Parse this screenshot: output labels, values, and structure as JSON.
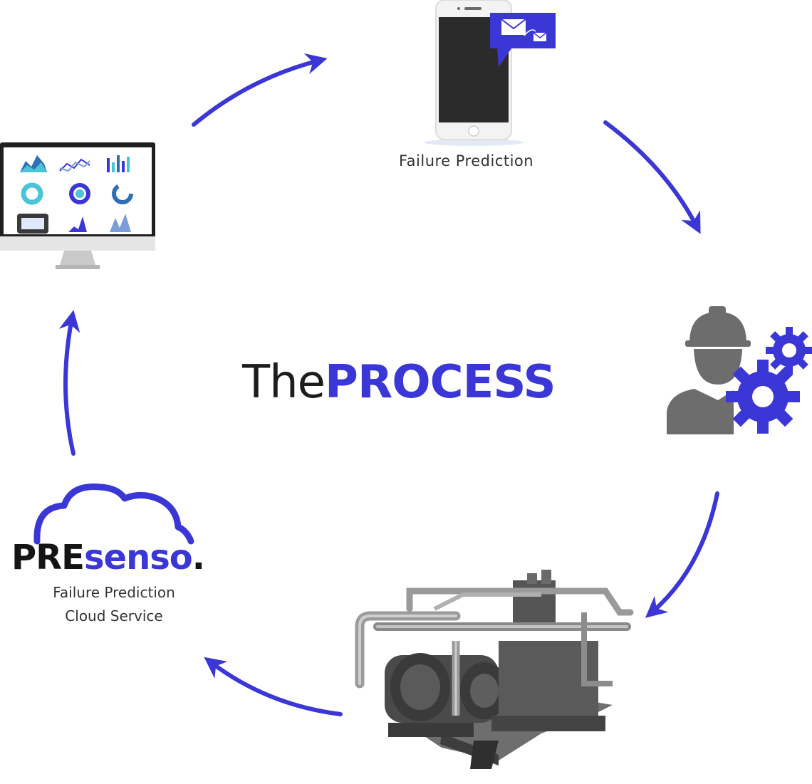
{
  "title": {
    "the": "The",
    "process": "PROCESS"
  },
  "phone": {
    "caption": "Failure Prediction"
  },
  "logo": {
    "pre": "PRE",
    "senso": "senso",
    "dot": "."
  },
  "cloud": {
    "caption_line1": "Failure Prediction",
    "caption_line2": "Cloud Service"
  },
  "colors": {
    "accent": "#3b36d6",
    "dark": "#1d1d1d",
    "icon_gray": "#6d6d6d"
  },
  "icons": [
    "monitor-dashboard-icon",
    "smartphone-icon",
    "message-envelope-icon",
    "engineer-gears-icon",
    "compressor-machine-icon",
    "cloud-icon"
  ]
}
